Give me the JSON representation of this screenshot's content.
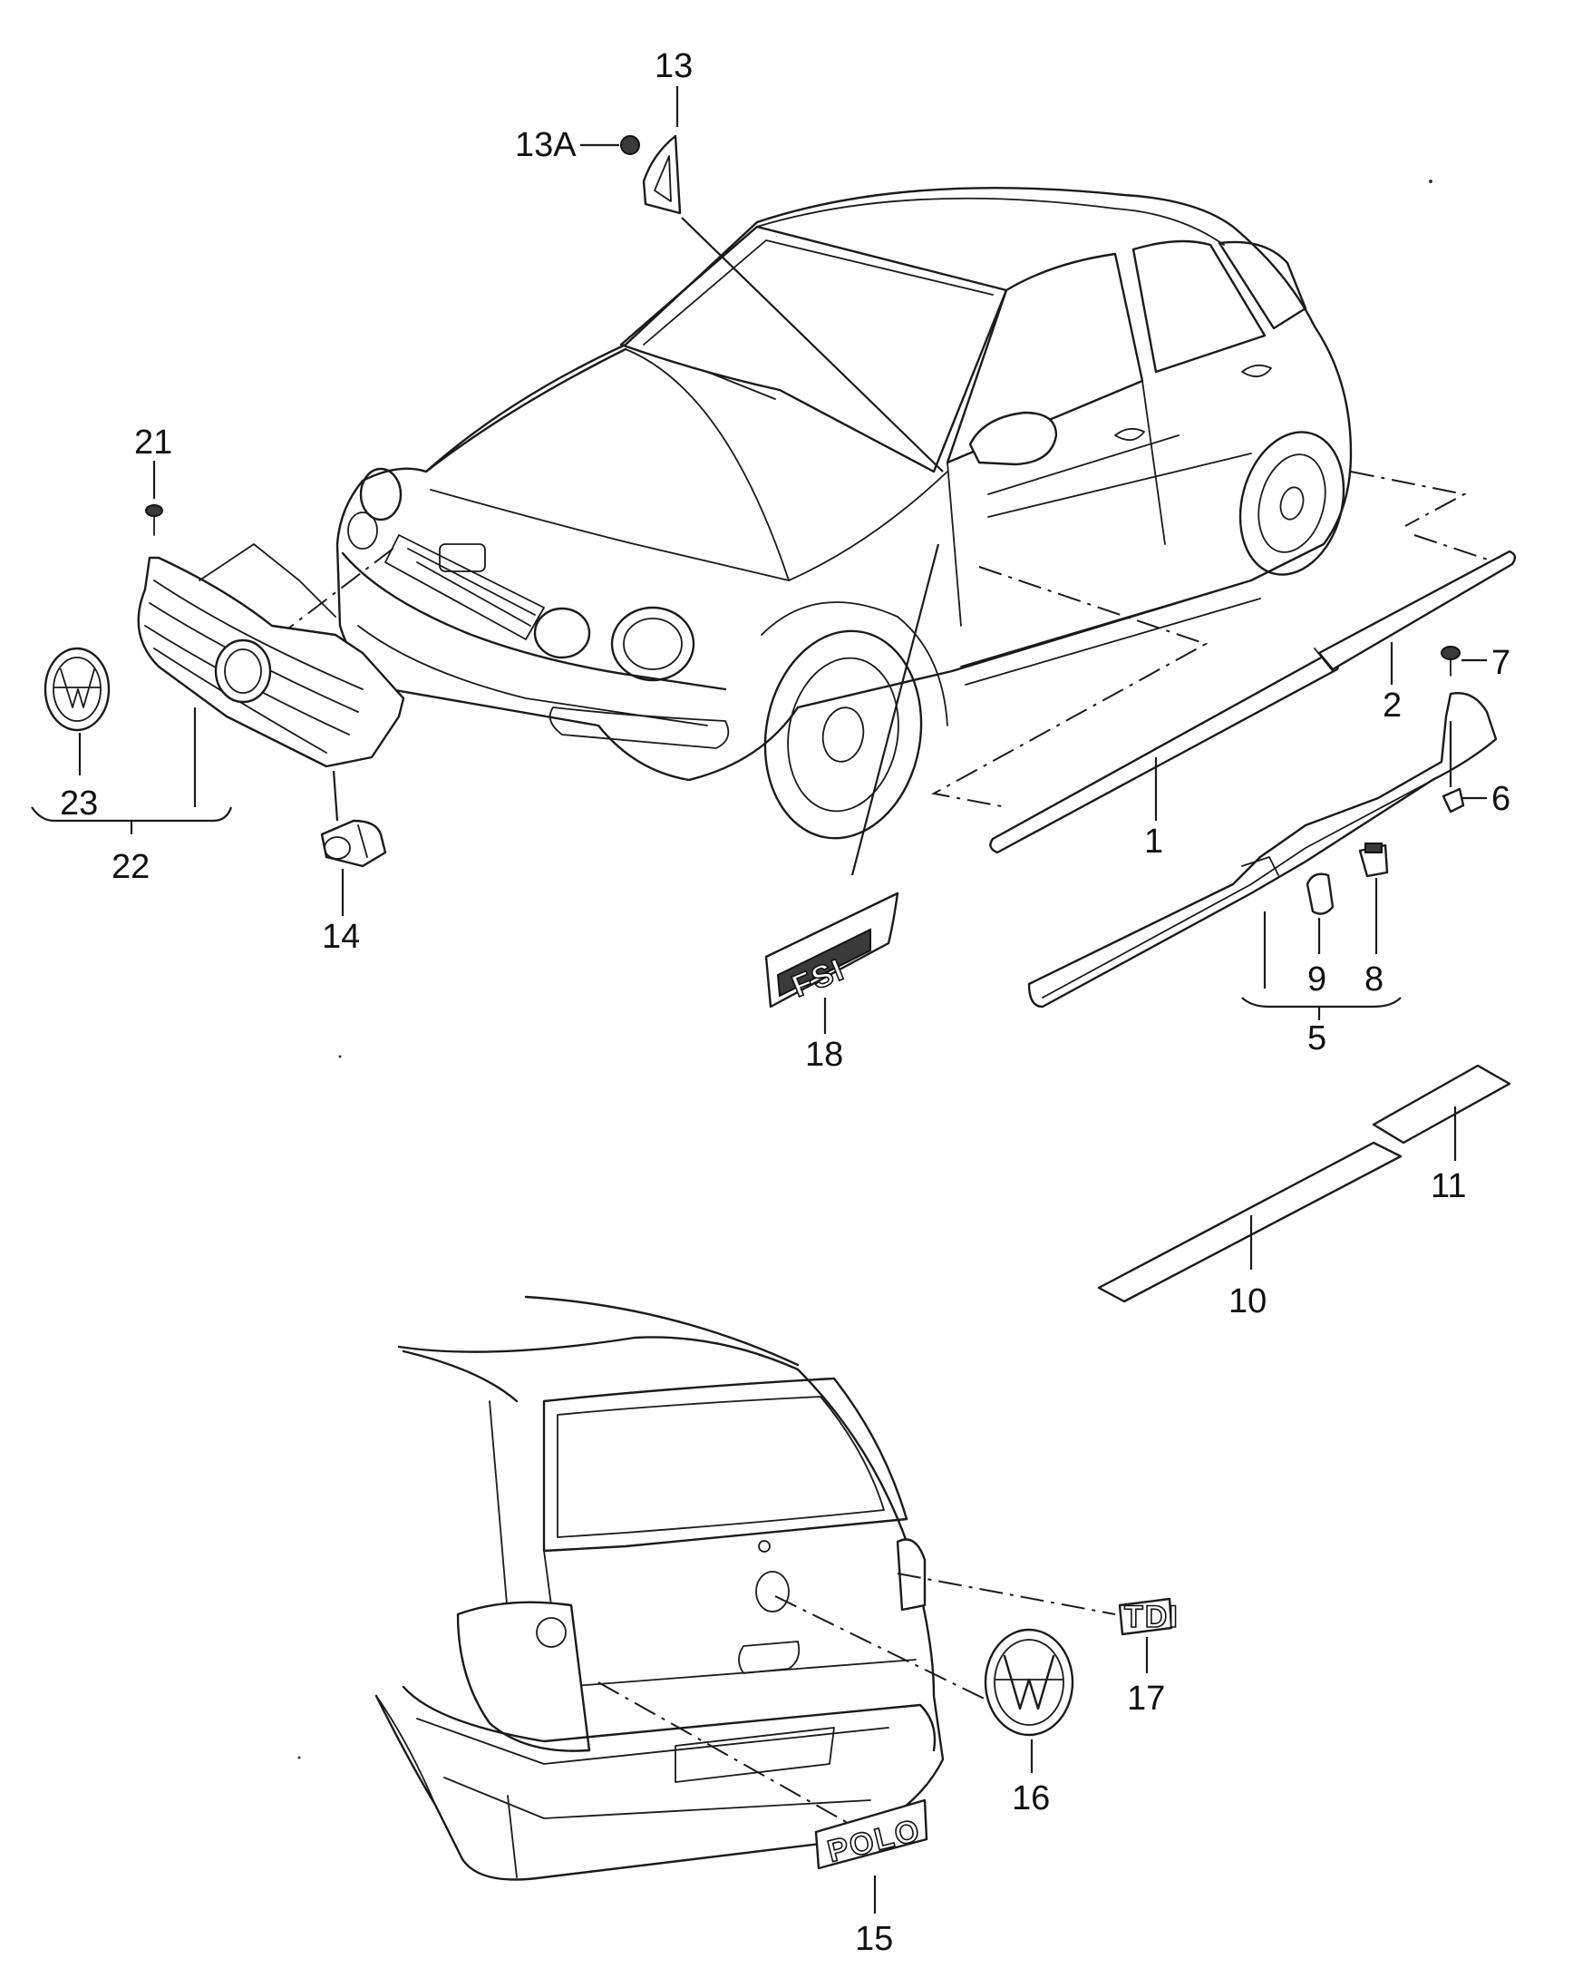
{
  "labels": {
    "l1": "1",
    "l2": "2",
    "l5": "5",
    "l6": "6",
    "l7": "7",
    "l8": "8",
    "l9": "9",
    "l10": "10",
    "l11": "11",
    "l13": "13",
    "l13a": "13A",
    "l14": "14",
    "l15": "15",
    "l16": "16",
    "l17": "17",
    "l18": "18",
    "l21": "21",
    "l22": "22",
    "l23": "23"
  },
  "badges": {
    "polo": "POLO",
    "tdi": "TDI",
    "fsi": "FSI"
  },
  "colors": {
    "line": "#1a1a1a",
    "background": "#ffffff"
  }
}
